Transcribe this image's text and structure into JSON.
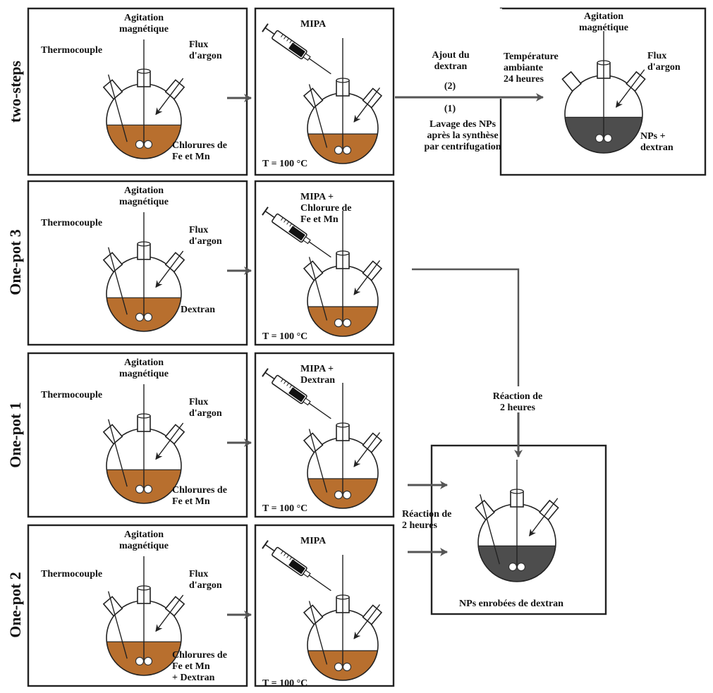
{
  "rows": [
    {
      "title": "two-steps",
      "box1": {
        "thermo": "Thermocouple",
        "stir": [
          "Agitation",
          "magnétique"
        ],
        "argon": [
          "Flux",
          "d'argon"
        ],
        "content": [
          "Chlorures de",
          "Fe et Mn"
        ]
      },
      "box2": {
        "syringe": [
          "MIPA"
        ],
        "temp": "T = 100 °C"
      }
    },
    {
      "title": "One-pot 3",
      "box1": {
        "thermo": "Thermocouple",
        "stir": [
          "Agitation",
          "magnétique"
        ],
        "argon": [
          "Flux",
          "d'argon"
        ],
        "content": [
          "Dextran"
        ]
      },
      "box2": {
        "syringe": [
          "MIPA +",
          "Chlorure de",
          "Fe et Mn"
        ],
        "temp": "T = 100 °C"
      }
    },
    {
      "title": "One-pot 1",
      "box1": {
        "thermo": "Thermocouple",
        "stir": [
          "Agitation",
          "magnétique"
        ],
        "argon": [
          "Flux",
          "d'argon"
        ],
        "content": [
          "Chlorures de",
          "Fe et Mn"
        ]
      },
      "box2": {
        "syringe": [
          "MIPA +",
          "Dextran"
        ],
        "temp": "T = 100 °C"
      }
    },
    {
      "title": "One-pot 2",
      "box1": {
        "thermo": "Thermocouple",
        "stir": [
          "Agitation",
          "magnétique"
        ],
        "argon": [
          "Flux",
          "d'argon"
        ],
        "content": [
          "Chlorures de",
          "Fe et Mn",
          "+ Dextran"
        ]
      },
      "box2": {
        "syringe": [
          "MIPA"
        ],
        "temp": "T = 100 °C"
      }
    }
  ],
  "two_steps_arrow": {
    "above": [
      "Ajout du",
      "dextran"
    ],
    "step2": "(2)",
    "step1": "(1)",
    "below": [
      "Lavage des NPs",
      "après la synthèse",
      "par centrifugation"
    ]
  },
  "two_steps_result": {
    "conditions": [
      "Température",
      "ambiante",
      "24 heures"
    ],
    "stir": [
      "Agitation",
      "magnétique"
    ],
    "argon": [
      "Flux",
      "d'argon"
    ],
    "content": [
      "NPs +",
      "dextran"
    ]
  },
  "reaction_label_upper": [
    "Réaction de",
    "2 heures"
  ],
  "reaction_label_lower": [
    "Réaction de",
    "2 heures"
  ],
  "final_result": {
    "caption": "NPs enrobées de dextran"
  },
  "colors": {
    "brown": "#b86f2e",
    "dark": "#4d4d4d"
  }
}
